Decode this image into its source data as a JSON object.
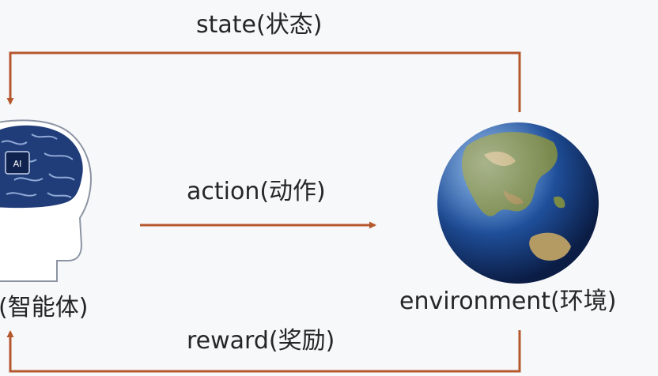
{
  "labels": {
    "state": "state(状态)",
    "action": "action(动作)",
    "reward": "reward(奖励)",
    "agent": "(智能体)",
    "environment": "environment(环境)"
  },
  "chip_text": "AI",
  "colors": {
    "arrow": "#b5582e",
    "background": "#f7f8fa",
    "text": "#262626",
    "brain": "#213d79",
    "ocean": "#1f4f9a",
    "land": "#7b8a45"
  }
}
